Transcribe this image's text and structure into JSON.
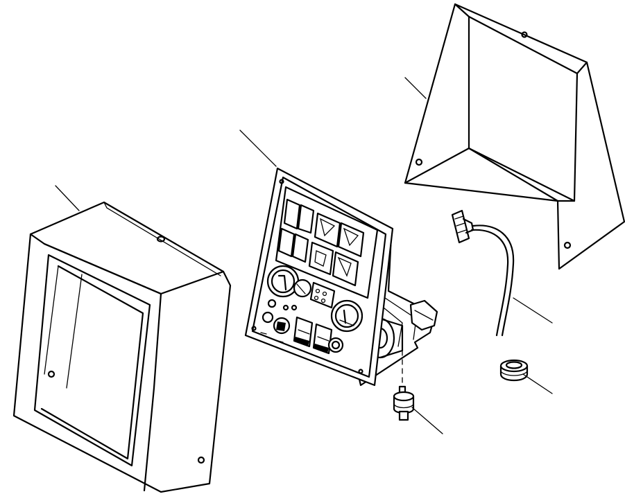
{
  "diagram": {
    "type": "exploded-parts-drawing",
    "background": "#ffffff",
    "line_color": "#000000",
    "parts": [
      "front-housing-cover",
      "instrument-panel",
      "rear-hood-cover",
      "wiring-harness-connector",
      "rubber-grommet",
      "anti-vibration-mount"
    ],
    "leader_line_count": 6
  }
}
